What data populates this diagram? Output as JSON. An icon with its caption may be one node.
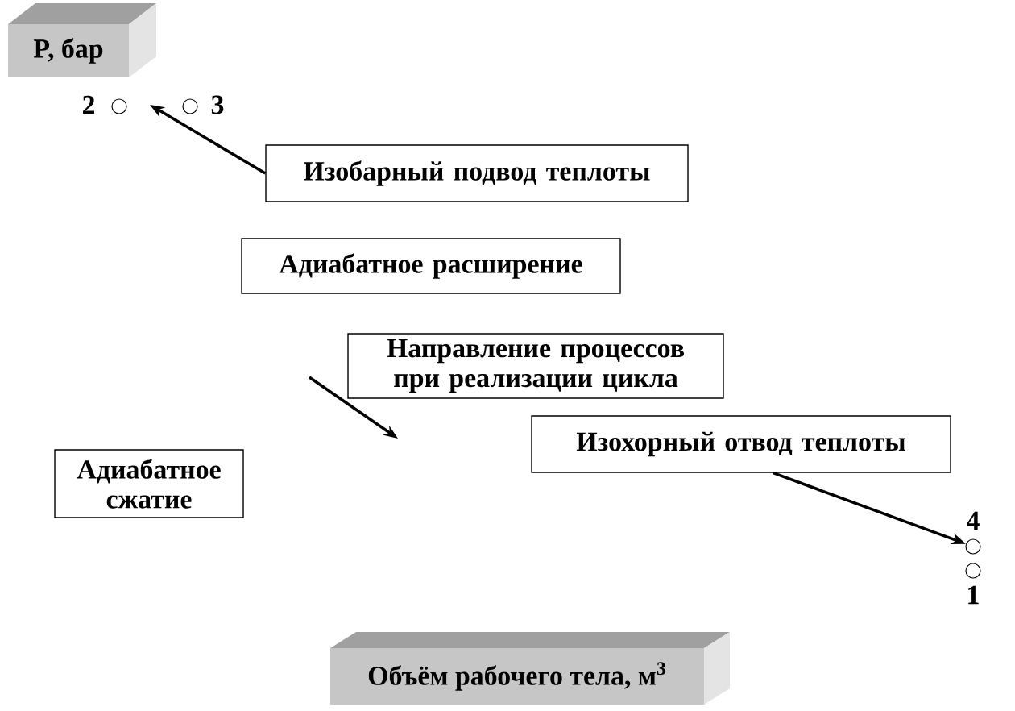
{
  "diagram": {
    "nodes": [
      {
        "text": [
          "P, бар"
        ]
      },
      {
        "text": [],
        "shape": "circle",
        "beside": [
          "2"
        ]
      },
      {
        "text": [],
        "shape": "circle",
        "beside": [
          "3"
        ]
      },
      {
        "text": [
          "Изобарный подвод теплоты"
        ]
      },
      {
        "text": [
          "Адиабатное расширение"
        ]
      },
      {
        "text": [
          "Направление процессов при реализации цикла"
        ]
      },
      {
        "text": [
          "Изохорный отвод теплоты"
        ]
      },
      {
        "text": [
          "Адиабатное сжатие"
        ]
      },
      {
        "text": [],
        "shape": "circle",
        "beside": [
          "4"
        ]
      },
      {
        "text": [],
        "shape": "circle",
        "beside": [
          "1"
        ]
      },
      {
        "text": [
          "Объём рабочего тела, м$^{3}$"
        ]
      }
    ],
    "edges": [
      {
        "from": 3,
        "to": null,
        "arrow": "to"
      },
      {
        "from": 6,
        "to": 8,
        "arrow": "to"
      }
    ]
  }
}
